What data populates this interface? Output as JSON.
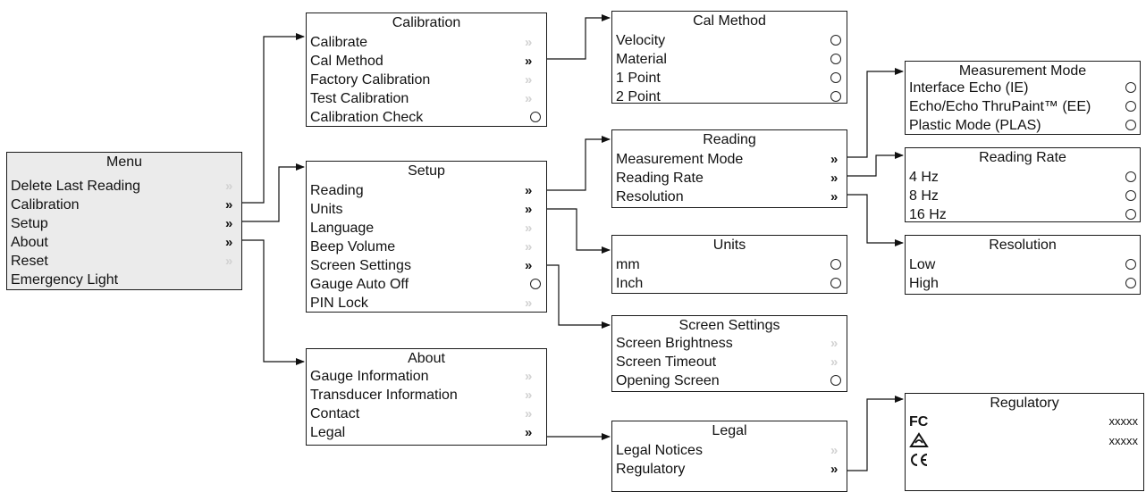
{
  "boxes": {
    "menu": {
      "title": "Menu",
      "items": [
        {
          "label": "Delete Last Reading",
          "mark": "light"
        },
        {
          "label": "Calibration",
          "mark": "dark"
        },
        {
          "label": "Setup",
          "mark": "dark"
        },
        {
          "label": "About",
          "mark": "dark"
        },
        {
          "label": "Reset",
          "mark": "light"
        },
        {
          "label": "Emergency Light",
          "mark": "none"
        }
      ]
    },
    "calibration": {
      "title": "Calibration",
      "items": [
        {
          "label": "Calibrate",
          "mark": "light"
        },
        {
          "label": "Cal Method",
          "mark": "dark"
        },
        {
          "label": "Factory Calibration",
          "mark": "light"
        },
        {
          "label": "Test Calibration",
          "mark": "light"
        },
        {
          "label": "Calibration Check",
          "mark": "radio"
        }
      ]
    },
    "cal_method": {
      "title": "Cal Method",
      "items": [
        {
          "label": "Velocity",
          "mark": "radio"
        },
        {
          "label": "Material",
          "mark": "radio"
        },
        {
          "label": "1 Point",
          "mark": "radio"
        },
        {
          "label": "2 Point",
          "mark": "radio"
        }
      ]
    },
    "setup": {
      "title": "Setup",
      "items": [
        {
          "label": "Reading",
          "mark": "dark"
        },
        {
          "label": "Units",
          "mark": "dark"
        },
        {
          "label": "Language",
          "mark": "light"
        },
        {
          "label": "Beep Volume",
          "mark": "light"
        },
        {
          "label": "Screen Settings",
          "mark": "dark"
        },
        {
          "label": "Gauge Auto Off",
          "mark": "radio"
        },
        {
          "label": "PIN Lock",
          "mark": "light"
        }
      ]
    },
    "reading": {
      "title": "Reading",
      "items": [
        {
          "label": "Measurement Mode",
          "mark": "dark"
        },
        {
          "label": "Reading Rate",
          "mark": "dark"
        },
        {
          "label": "Resolution",
          "mark": "dark"
        }
      ]
    },
    "measurement_mode": {
      "title": "Measurement Mode",
      "items": [
        {
          "label": "Interface Echo (IE)",
          "mark": "radio"
        },
        {
          "label": "Echo/Echo ThruPaint™ (EE)",
          "mark": "radio"
        },
        {
          "label": "Plastic Mode (PLAS)",
          "mark": "radio"
        }
      ]
    },
    "reading_rate": {
      "title": "Reading Rate",
      "items": [
        {
          "label": "4 Hz",
          "mark": "radio"
        },
        {
          "label": "8 Hz",
          "mark": "radio"
        },
        {
          "label": "16 Hz",
          "mark": "radio"
        }
      ]
    },
    "units": {
      "title": "Units",
      "items": [
        {
          "label": "mm",
          "mark": "radio"
        },
        {
          "label": "Inch",
          "mark": "radio"
        }
      ]
    },
    "resolution": {
      "title": "Resolution",
      "items": [
        {
          "label": "Low",
          "mark": "radio"
        },
        {
          "label": "High",
          "mark": "radio"
        }
      ]
    },
    "screen_settings": {
      "title": "Screen Settings",
      "items": [
        {
          "label": "Screen Brightness",
          "mark": "light"
        },
        {
          "label": "Screen Timeout",
          "mark": "light"
        },
        {
          "label": "Opening Screen",
          "mark": "radio"
        }
      ]
    },
    "about": {
      "title": "About",
      "items": [
        {
          "label": "Gauge Information",
          "mark": "light"
        },
        {
          "label": "Transducer Information",
          "mark": "light"
        },
        {
          "label": "Contact",
          "mark": "light"
        },
        {
          "label": "Legal",
          "mark": "dark"
        }
      ]
    },
    "legal": {
      "title": "Legal",
      "items": [
        {
          "label": "Legal Notices",
          "mark": "light"
        },
        {
          "label": "Regulatory",
          "mark": "dark"
        }
      ]
    },
    "regulatory": {
      "title": "Regulatory",
      "items": [
        {
          "label": "",
          "icon": "fcc-logo-icon",
          "value": "xxxxx"
        },
        {
          "label": "",
          "icon": "rcm-logo-icon",
          "value": "xxxxx"
        },
        {
          "label": "",
          "icon": "ce-mark-icon",
          "value": ""
        }
      ]
    }
  }
}
